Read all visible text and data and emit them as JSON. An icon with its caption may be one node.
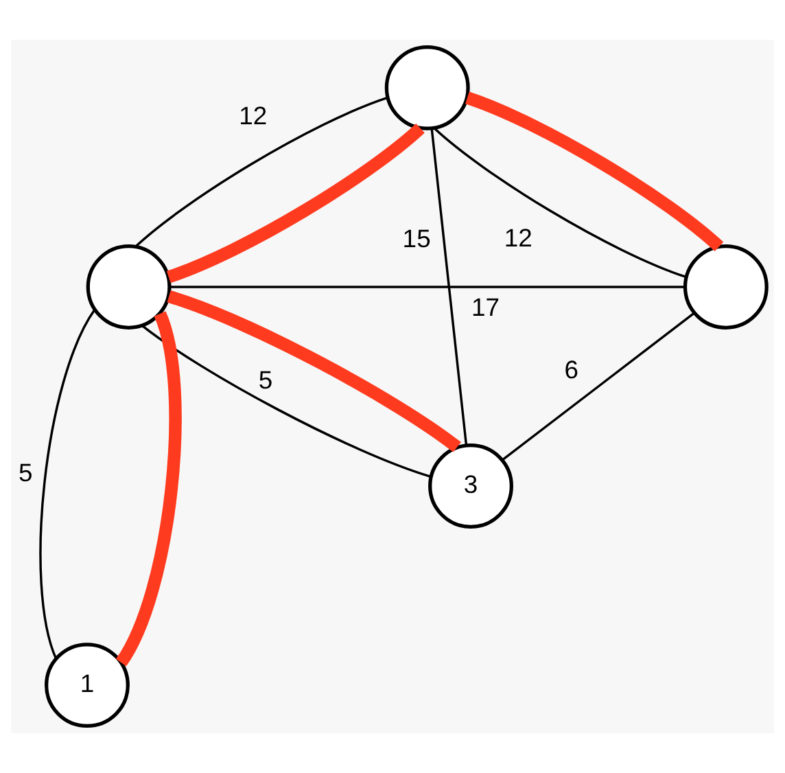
{
  "diagram": {
    "nodes": [
      {
        "text": [],
        "shape": "circle"
      },
      {
        "text": [],
        "shape": "circle"
      },
      {
        "text": [],
        "shape": "circle"
      },
      {
        "text": [
          "3"
        ]
      },
      {
        "text": [
          "1"
        ]
      }
    ],
    "edges": [
      {
        "from": 0,
        "to": 2,
        "arrow": "none",
        "label": "12"
      },
      {
        "from": 0,
        "to": 1,
        "arrow": "none",
        "label": "12"
      },
      {
        "from": 0,
        "to": 3,
        "arrow": "none",
        "label": "15"
      },
      {
        "from": 2,
        "to": 1,
        "arrow": "none",
        "label": "17"
      },
      {
        "from": 2,
        "to": 3,
        "arrow": "none",
        "label": "5"
      },
      {
        "from": 1,
        "to": 3,
        "arrow": "none",
        "label": "6"
      },
      {
        "from": 2,
        "to": 4,
        "arrow": "none",
        "label": "5"
      },
      {
        "from": 2,
        "to": 4,
        "arrow": "none",
        "style": "thick",
        "color": "#ff3b1f"
      },
      {
        "from": 0,
        "to": 2,
        "arrow": "none",
        "style": "thick",
        "color": "#ff3b1f"
      },
      {
        "from": 0,
        "to": 1,
        "arrow": "none",
        "style": "thick",
        "color": "#ff3b1f"
      },
      {
        "from": 2,
        "to": 3,
        "arrow": "none",
        "style": "thick",
        "color": "#ff3b1f"
      }
    ]
  }
}
